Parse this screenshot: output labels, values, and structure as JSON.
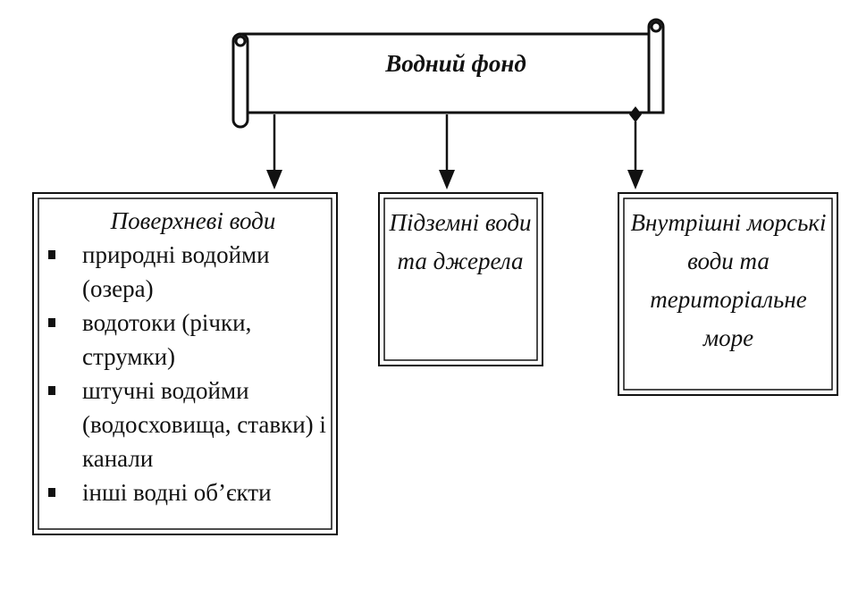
{
  "diagram": {
    "title": "Водний фонд",
    "surface": {
      "heading": "Поверхневі води",
      "items": [
        "природні водойми (озера)",
        "водотоки (річки, струмки)",
        "штучні водойми (водосховища, ставки) і канали",
        "інші водні об’єкти"
      ]
    },
    "ground": {
      "text": "Підземні води та джерела"
    },
    "sea": {
      "text": "Внутрішні морські води та територіальне море"
    }
  }
}
